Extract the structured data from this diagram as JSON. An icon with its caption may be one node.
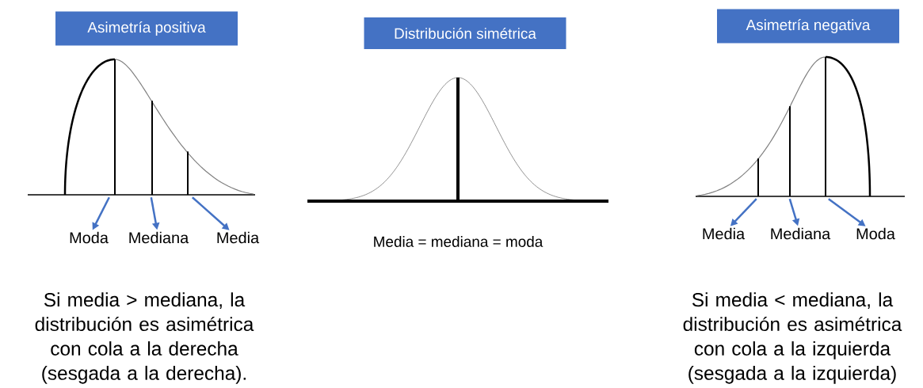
{
  "diagram": {
    "nodes": [
      {
        "text": [
          "Asimetría positiva"
        ]
      },
      {
        "text": [
          "Distribución simétrica"
        ]
      },
      {
        "text": [
          "Asimetría negativa"
        ]
      },
      {
        "text": [
          "Moda"
        ]
      },
      {
        "text": [
          "Mediana"
        ]
      },
      {
        "text": [
          "Media"
        ]
      },
      {
        "text": [
          "Media"
        ]
      },
      {
        "text": [
          "Mediana"
        ]
      },
      {
        "text": [
          "Moda"
        ]
      },
      {
        "text": [],
        "shape": "picture"
      },
      {
        "text": [],
        "shape": "picture"
      },
      {
        "text": [],
        "shape": "picture"
      }
    ],
    "edges": [
      {
        "from": 9,
        "to": 3,
        "arrow": "to"
      },
      {
        "from": 9,
        "to": 4,
        "arrow": "to"
      },
      {
        "from": 9,
        "to": 5,
        "arrow": "to"
      },
      {
        "from": 11,
        "to": 6,
        "arrow": "to"
      },
      {
        "from": 11,
        "to": 7,
        "arrow": "to"
      },
      {
        "from": 11,
        "to": 8,
        "arrow": "to"
      }
    ],
    "labels": [
      "Media = mediana = moda",
      "Si media > mediana, la distribución es asimétrica con cola a la derecha (sesgada a la derecha).",
      "Si media < mediana, la distribución es asimétrica con cola a la izquierda (sesgada a la izquierda)"
    ]
  }
}
